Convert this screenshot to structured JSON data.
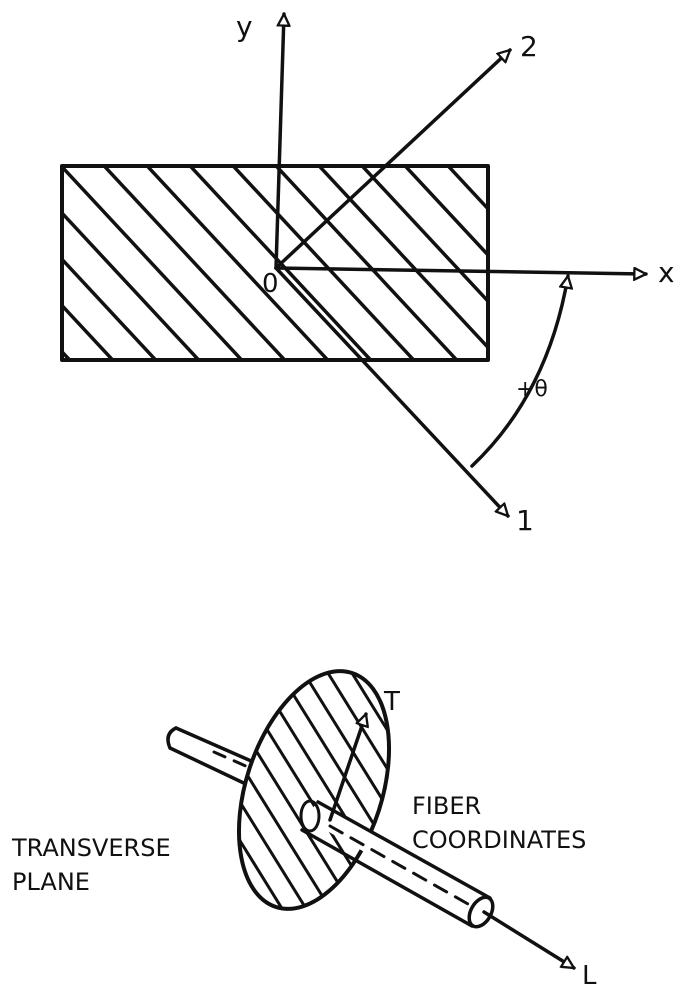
{
  "top_figure": {
    "axis_y": "y",
    "axis_x": "x",
    "axis_2": "2",
    "axis_1": "1",
    "origin": "0",
    "angle": "+θ"
  },
  "bottom_figure": {
    "axis_t": "T",
    "axis_l": "L",
    "label_fiber_line1": "FIBER",
    "label_fiber_line2": "COORDINATES",
    "label_transverse_line1": "TRANSVERSE",
    "label_transverse_line2": "PLANE"
  }
}
